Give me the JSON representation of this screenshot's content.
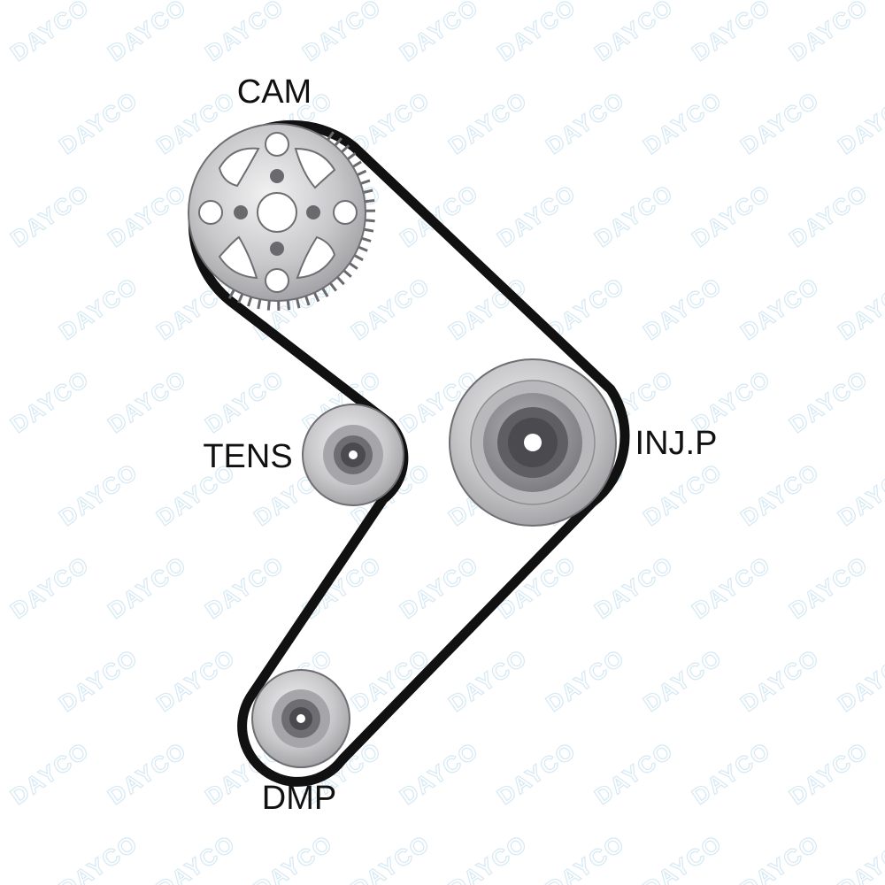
{
  "watermark": "DAYCO",
  "labels": {
    "cam": "CAM",
    "tens": "TENS",
    "injp": "INJ.P",
    "dmp": "DMP"
  },
  "colors": {
    "belt": "#111111",
    "pulley_light": "#c8c8ca",
    "pulley_mid": "#8e8e92",
    "pulley_dark": "#4b4b4f",
    "watermark": "#d6e9f4"
  }
}
